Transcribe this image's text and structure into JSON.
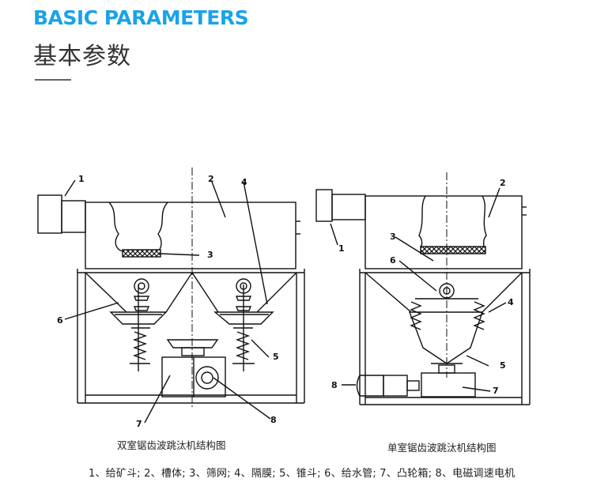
{
  "header": {
    "title_en": "BASIC PARAMETERS",
    "title_cn": "基本参数"
  },
  "diagram": {
    "left_caption": "双室锯齿波跳汰机结构图",
    "right_caption": "单室锯齿波跳汰机结构图",
    "left_callouts": [
      "1",
      "2",
      "3",
      "4",
      "5",
      "6",
      "7",
      "8"
    ],
    "right_callouts": [
      "1",
      "2",
      "3",
      "4",
      "5",
      "6",
      "7",
      "8"
    ],
    "legend": "1、给矿斗; 2、槽体; 3、筛网; 4、隔膜; 5、锥斗; 6、给水管; 7、凸轮箱; 8、电磁调速电机"
  }
}
